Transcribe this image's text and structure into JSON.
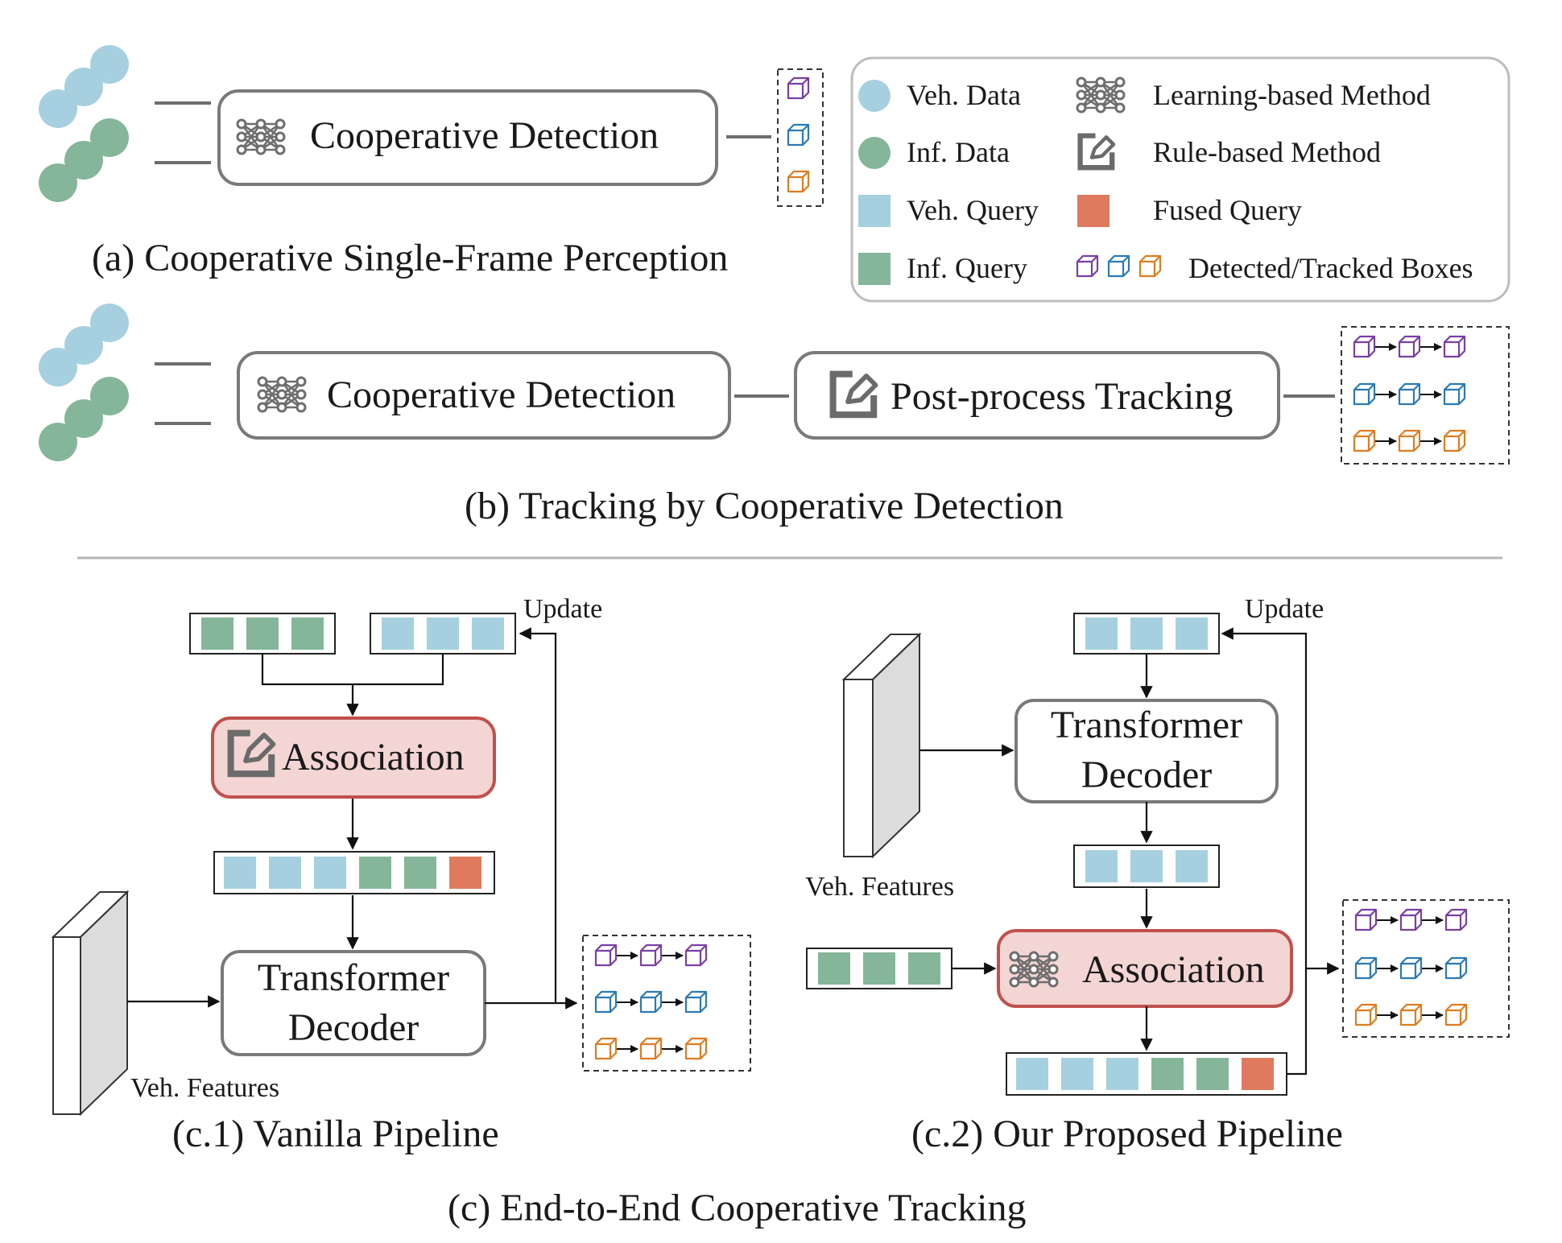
{
  "colors": {
    "veh_data": "#a6d0df",
    "inf_data": "#86b699",
    "veh_query": "#a6d0df",
    "inf_query": "#86b699",
    "fused_query": "#e07a5f",
    "box_purple": "#7a3fa6",
    "box_blue": "#2a7ab5",
    "box_orange": "#e07b20",
    "node_border": "#7a7a7a",
    "assoc_fill": "#f3d6d3",
    "assoc_border": "#c0504d"
  },
  "icons": {
    "learning": "neural-network-icon",
    "rule": "edit-square-icon",
    "box": "cube-icon"
  },
  "legend": {
    "veh_data": "Veh. Data",
    "inf_data": "Inf. Data",
    "veh_query": "Veh. Query",
    "inf_query": "Inf. Query",
    "learning_method": "Learning-based Method",
    "rule_method": "Rule-based Method",
    "fused_query": "Fused Query",
    "boxes": "Detected/Tracked Boxes"
  },
  "panel_a": {
    "detection_label": "Cooperative Detection",
    "caption": "(a) Cooperative Single-Frame Perception"
  },
  "panel_b": {
    "detection_label": "Cooperative Detection",
    "tracking_label": "Post-process Tracking",
    "caption": "(b) Tracking by Cooperative Detection"
  },
  "panel_c1": {
    "association_label": "Association",
    "decoder_line1": "Transformer",
    "decoder_line2": "Decoder",
    "update_label": "Update",
    "features_label": "Veh. Features",
    "caption": "(c.1) Vanilla Pipeline"
  },
  "panel_c2": {
    "association_label": "Association",
    "decoder_line1": "Transformer",
    "decoder_line2": "Decoder",
    "update_label": "Update",
    "features_label": "Veh. Features",
    "caption": "(c.2) Our Proposed Pipeline"
  },
  "panel_c": {
    "caption": "(c) End-to-End Cooperative Tracking"
  }
}
